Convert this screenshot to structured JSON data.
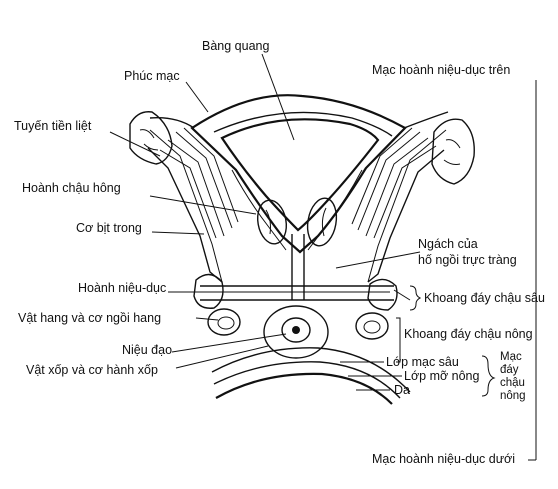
{
  "labels": {
    "bang_quang": "Bàng quang",
    "phuc_mac": "Phúc mạc",
    "tuyen_tien_liet": "Tuyến tiền liệt",
    "hoanh_chau_hong": "Hoành chậu hông",
    "co_bit_trong": "Cơ bịt trong",
    "hoanh_nieu_duc": "Hoành niệu-dục",
    "vat_hang": "Vật hang và cơ ngồi hang",
    "nieu_dao": "Niệu đạo",
    "vat_xop": "Vật xốp và cơ hành xốp",
    "mac_hoanh_tren": "Mạc hoành niệu-dục trên",
    "ngach_line1": "Ngách của",
    "ngach_line2": "hố ngồi trực tràng",
    "khoang_sau": "Khoang đáy chậu sâu",
    "khoang_nong": "Khoang đáy chậu nông",
    "lop_mac_sau": "Lớp mạc sâu",
    "lop_mo_nong": "Lớp mỡ nông",
    "da": "Da",
    "mac_day_chau_nong_1": "Mạc",
    "mac_day_chau_nong_2": "đáy",
    "mac_day_chau_nong_3": "chậu",
    "mac_day_chau_nong_4": "nông",
    "mac_hoanh_duoi": "Mạc hoành niệu-dục dưới"
  }
}
